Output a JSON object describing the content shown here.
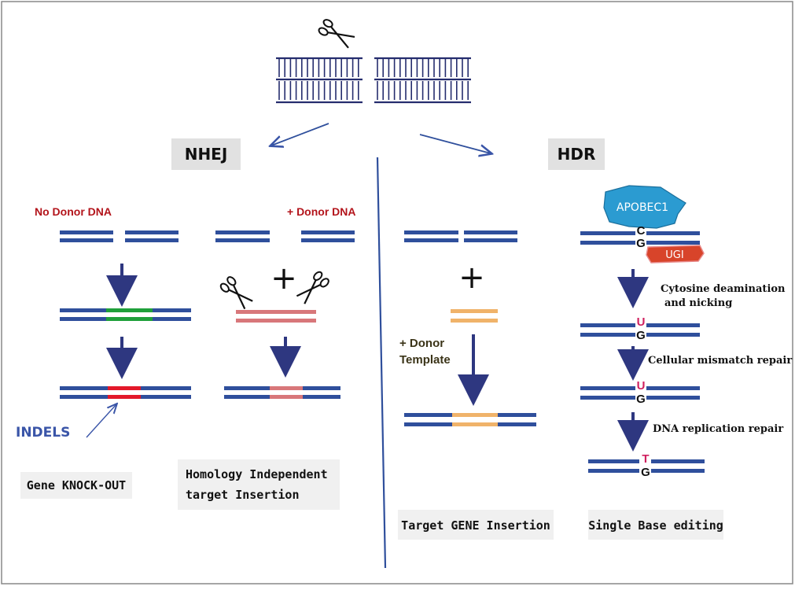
{
  "colors": {
    "strand": "#2f4f9c",
    "dna_ladder": "#252d6e",
    "arrow": "#2e3780",
    "green": "#1fa03a",
    "red": "#e3182a",
    "pink": "#d8777a",
    "orange": "#f0b36a",
    "grey_box": "#e1e1e1",
    "apobec": "#2b9bd1",
    "ugi": "#d8442a",
    "magenta": "#d0205f"
  },
  "labels": {
    "nhej": "NHEJ",
    "hdr": "HDR",
    "no_donor": "No Donor DNA",
    "plus_donor": "+ Donor DNA",
    "indels": "INDELS",
    "plus_sign_1": "+",
    "plus_sign_2": "+",
    "donor_template_1": "+ Donor",
    "donor_template_2": "Template",
    "gene_knockout": "Gene KNOCK-OUT",
    "hiti_1": "Homology  Independent",
    "hiti_2": "target  Insertion",
    "target_gene": "Target GENE Insertion",
    "single_base": "Single Base editing",
    "apobec": "APOBEC1",
    "ugi": "UGI",
    "step1_a": "Cytosine deamination",
    "step1_b": "and nicking",
    "step2": "Cellular  mismatch repair",
    "step3": "DNA replication  repair",
    "base_c": "C",
    "base_g1": "G",
    "base_u1": "U",
    "base_g2": "G",
    "base_u2": "U",
    "base_g3": "G",
    "base_t": "T",
    "base_g4": "G"
  }
}
